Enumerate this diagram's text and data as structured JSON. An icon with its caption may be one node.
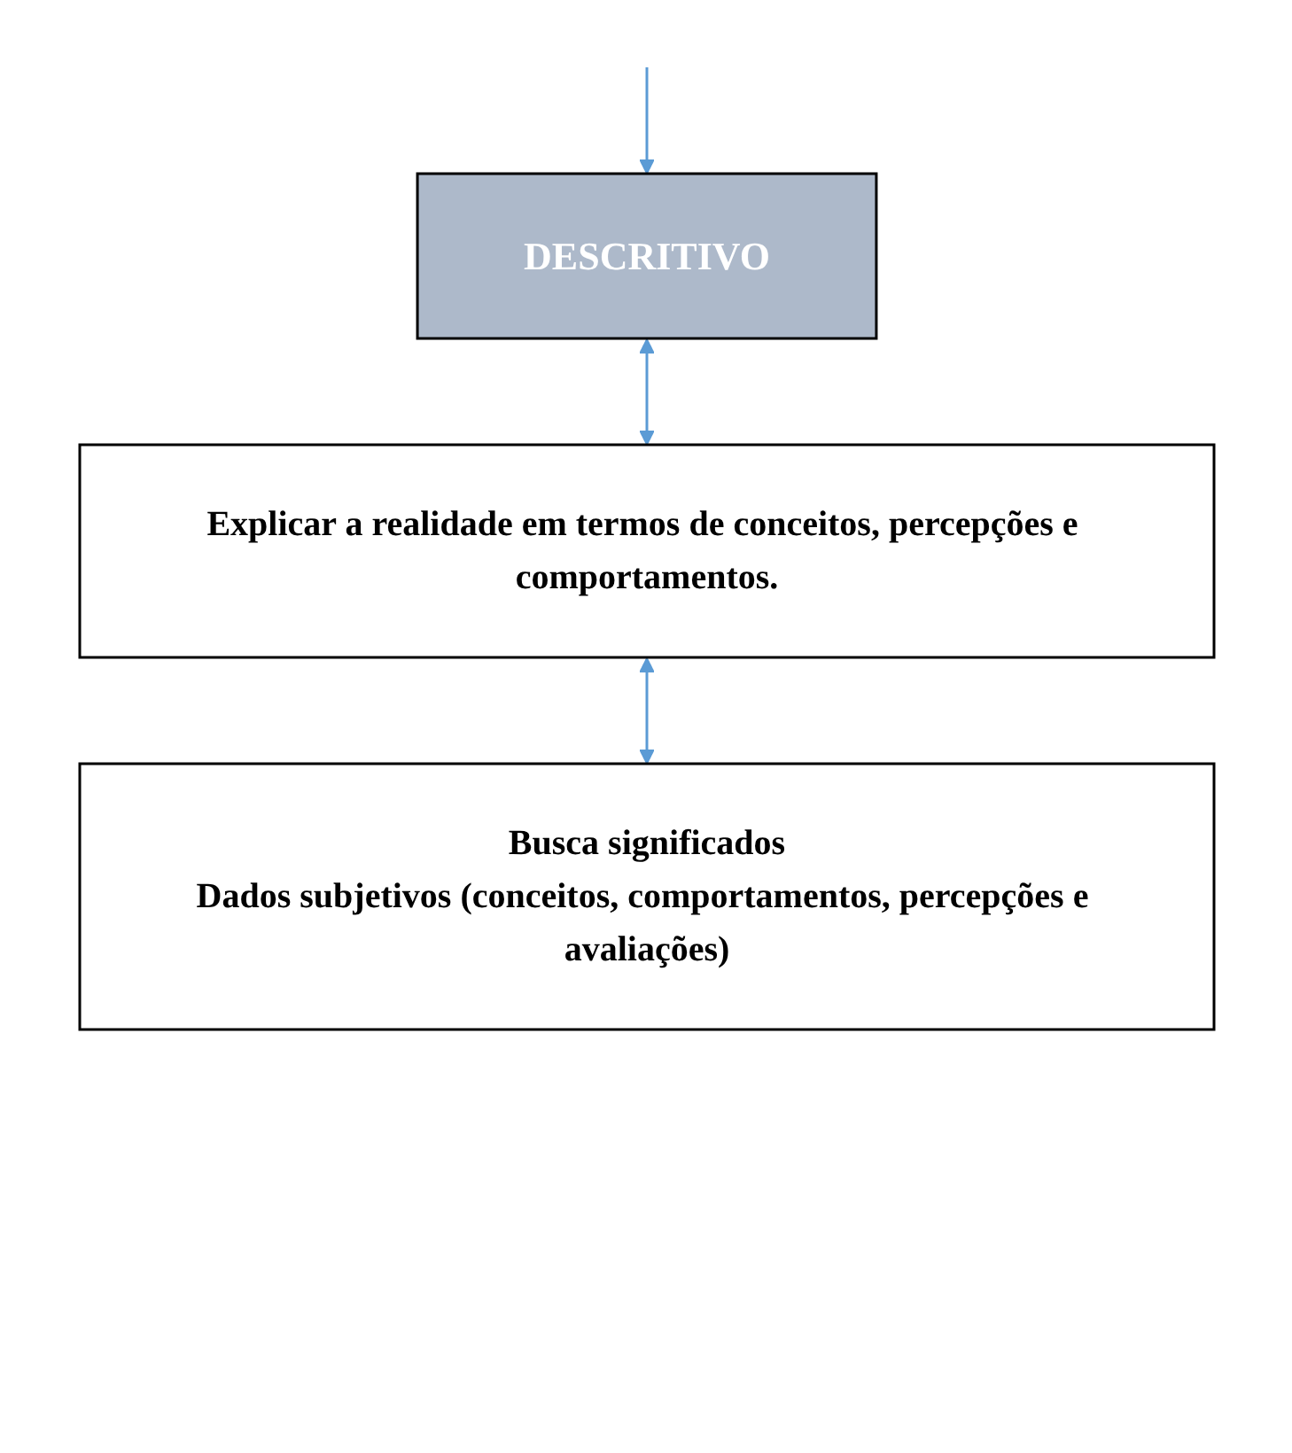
{
  "diagram": {
    "nodes": [
      {
        "text": [
          "DESCRITIVO"
        ]
      },
      {
        "text": [
          "Explicar a realidade em termos de conceitos, percepções e comportamentos."
        ]
      },
      {
        "text": [
          "Busca significados",
          "Dados subjetivos (conceitos, comportamentos, percepções e avaliações)"
        ]
      }
    ],
    "edges": [
      {
        "from": null,
        "to": 0,
        "arrow": "to"
      },
      {
        "from": 0,
        "to": 1,
        "arrow": "both"
      },
      {
        "from": 1,
        "to": 2,
        "arrow": "both"
      }
    ]
  }
}
